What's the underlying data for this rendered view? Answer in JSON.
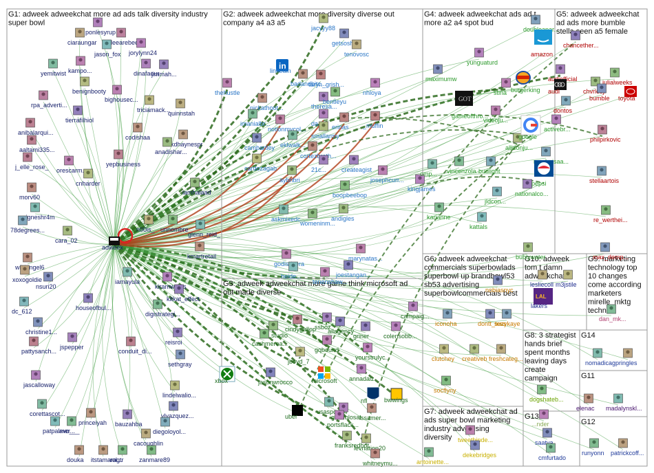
{
  "colors": {
    "edge_green": "#3c9a3c",
    "edge_dark_green": "#2e6b1e",
    "edge_red": "#b0401a",
    "box_border": "#9a9a9a",
    "g1": "#17216b",
    "g2": "#2a76c6",
    "g3": "#1d6b1d",
    "g4": "#2d9a2d",
    "g5": "#b00000",
    "g6": "#c77a00",
    "g7": "#c9b000",
    "g8": "#6ba300",
    "g9": "#b04070",
    "g10": "#1c2a8c",
    "g11": "#46126d",
    "g12": "#1f3a9a",
    "g13": "#1f3a9a",
    "g14": "#1f3a9a",
    "g16": "#88aa55"
  },
  "groups": [
    {
      "id": "G1",
      "title": [
        "G1: adweek adweekchat more ad ads talk diversity industry",
        "super bowl"
      ],
      "color": "g1",
      "nodes": [
        {
          "label": "ponlesyrup",
          "icon": "avatar"
        },
        {
          "label": "ciaraungar",
          "icon": "avatar"
        },
        {
          "label": "deearebee",
          "icon": "avatar"
        },
        {
          "label": "jason_fox",
          "icon": "avatar"
        },
        {
          "label": "jorylynn24",
          "icon": "avatar"
        },
        {
          "label": "yemitwist",
          "icon": "avatar"
        },
        {
          "label": "kampo...",
          "icon": "avatar"
        },
        {
          "label": "dinafaour",
          "icon": "avatar"
        },
        {
          "label": "jimmah...",
          "icon": "avatar"
        },
        {
          "label": "rpa_adverti...",
          "icon": "avatar"
        },
        {
          "label": "bighousec...",
          "icon": "avatar"
        },
        {
          "label": "benignbooty",
          "icon": "avatar"
        },
        {
          "label": "tierrafilhiol",
          "icon": "avatar"
        },
        {
          "label": "triciamack...",
          "icon": "avatar"
        },
        {
          "label": "quinnstah",
          "icon": "avatar"
        },
        {
          "label": "anibalarqui...",
          "icon": "avatar"
        },
        {
          "label": "aaltami335...",
          "icon": "avatar"
        },
        {
          "label": "codishaa",
          "icon": "avatar"
        },
        {
          "label": "kdhaynespr",
          "icon": "avatar"
        },
        {
          "label": "anadishar...",
          "icon": "avatar"
        },
        {
          "label": "j_elle_rose_",
          "icon": "avatar"
        },
        {
          "label": "orescarm...",
          "icon": "avatar"
        },
        {
          "label": "yepbusiness",
          "icon": "avatar"
        },
        {
          "label": "iamhalaad",
          "icon": "avatar"
        },
        {
          "label": "cnharder",
          "icon": "avatar"
        },
        {
          "label": "morv60",
          "icon": "avatar"
        },
        {
          "label": "vigneshr4m",
          "icon": "avatar"
        },
        {
          "label": "78degrees...",
          "icon": "avatar"
        },
        {
          "label": "n00is_",
          "icon": "avatar"
        },
        {
          "label": "unnombre",
          "icon": "avatar"
        },
        {
          "label": "glenn_reid_",
          "icon": "avatar"
        },
        {
          "label": "cara_02",
          "icon": "avatar"
        },
        {
          "label": "kmartretail",
          "icon": "avatar"
        },
        {
          "label": "adweek",
          "icon": "adweek-logo"
        },
        {
          "label": "wildangel6",
          "icon": "avatar"
        },
        {
          "label": "xoxogoldie",
          "icon": "avatar"
        },
        {
          "label": "nsuri20",
          "icon": "avatar"
        },
        {
          "label": "iamayula",
          "icon": "avatar"
        },
        {
          "label": "kiramwrites",
          "icon": "avatar"
        },
        {
          "label": "kitkat_effect",
          "icon": "avatar"
        },
        {
          "label": "dc_612",
          "icon": "avatar"
        },
        {
          "label": "houseofbul...",
          "icon": "avatar"
        },
        {
          "label": "digistrategi...",
          "icon": "avatar"
        },
        {
          "label": "christine1...",
          "icon": "avatar"
        },
        {
          "label": "pattysanch...",
          "icon": "avatar"
        },
        {
          "label": "jspepper",
          "icon": "avatar"
        },
        {
          "label": "conduit_di...",
          "icon": "avatar"
        },
        {
          "label": "reisroi",
          "icon": "avatar"
        },
        {
          "label": "sethgray",
          "icon": "avatar"
        },
        {
          "label": "jascalloway",
          "icon": "avatar"
        },
        {
          "label": "lindelwalio...",
          "icon": "avatar"
        },
        {
          "label": "princeiyah",
          "icon": "avatar"
        },
        {
          "label": "bauzahba",
          "icon": "avatar"
        },
        {
          "label": "vlvazquez...",
          "icon": "avatar"
        },
        {
          "label": "corettascot...",
          "icon": "avatar"
        },
        {
          "label": "diegoloyol...",
          "icon": "avatar"
        },
        {
          "label": "avo___",
          "icon": "avatar"
        },
        {
          "label": "patpalmer...",
          "icon": "avatar"
        },
        {
          "label": "cacoughlin",
          "icon": "avatar"
        },
        {
          "label": "douka",
          "icon": "avatar"
        },
        {
          "label": "itstamaragtr",
          "icon": "avatar"
        },
        {
          "label": "rol...",
          "icon": "avatar"
        },
        {
          "label": "zanmare89",
          "icon": "avatar"
        }
      ]
    },
    {
      "id": "G2",
      "title": [
        "G2: adweek adweekchat more diversity diverse out",
        "company a4 a3 a5"
      ],
      "color": "g2",
      "nodes": [
        {
          "label": "jacyyy88",
          "icon": "avatar"
        },
        {
          "label": "getsosh",
          "icon": "avatar"
        },
        {
          "label": "tenovosc",
          "icon": "avatar"
        },
        {
          "label": "linkedin",
          "icon": "linkedin-logo"
        },
        {
          "label": "badandbitc...",
          "icon": "avatar"
        },
        {
          "label": "taryn_grish...",
          "icon": "avatar"
        },
        {
          "label": "nhloya",
          "icon": "avatar"
        },
        {
          "label": "thehustle",
          "icon": "avatar"
        },
        {
          "label": "nickathoot...",
          "icon": "avatar"
        },
        {
          "label": "theresa...",
          "icon": "avatar"
        },
        {
          "label": "bentleyu",
          "icon": "avatar"
        },
        {
          "label": "imanialbr...",
          "icon": "avatar"
        },
        {
          "label": "notionmycol...",
          "icon": "avatar"
        },
        {
          "label": "da...",
          "icon": "avatar"
        },
        {
          "label": "erinas",
          "icon": "avatar"
        },
        {
          "label": "_muffin",
          "icon": "avatar"
        },
        {
          "label": "smallarmy",
          "icon": "avatar"
        },
        {
          "label": "cambartley",
          "icon": "avatar"
        },
        {
          "label": "eklwalk...",
          "icon": "avatar"
        },
        {
          "label": "cortezbroth...",
          "icon": "avatar"
        },
        {
          "label": "cardozagab",
          "icon": "avatar"
        },
        {
          "label": "21c...",
          "icon": "avatar"
        },
        {
          "label": "createagist",
          "icon": "avatar"
        },
        {
          "label": "aybnbri",
          "icon": "avatar"
        },
        {
          "label": "josephcurr...",
          "icon": "avatar"
        },
        {
          "label": "kingjames",
          "icon": "avatar"
        },
        {
          "label": "boopbeebop",
          "icon": "avatar"
        },
        {
          "label": "askmixedc...",
          "icon": "avatar"
        },
        {
          "label": "womeninm...",
          "icon": "avatar"
        },
        {
          "label": "andigles",
          "icon": "avatar"
        },
        {
          "label": "marynatas...",
          "icon": "avatar"
        },
        {
          "label": "godisrivera",
          "icon": "avatar"
        },
        {
          "label": "joestangan...",
          "icon": "avatar"
        },
        {
          "label": "heide...",
          "icon": "avatar"
        },
        {
          "label": "tenenshaw...",
          "icon": "avatar"
        }
      ]
    },
    {
      "id": "G3",
      "title": [
        "G3: adweek adweekchat more game think microsoft ad",
        "out made diverse"
      ],
      "color": "g3",
      "nodes": [
        {
          "label": "colensobb...",
          "icon": "avatar"
        },
        {
          "label": "campaig...",
          "icon": "avatar"
        },
        {
          "label": "ssboz",
          "icon": "avatar"
        },
        {
          "label": "cindygallop",
          "icon": "avatar"
        },
        {
          "label": "allagency",
          "icon": "avatar"
        },
        {
          "label": "fr... studio",
          "icon": "avatar"
        },
        {
          "label": "griner",
          "icon": "avatar"
        },
        {
          "label": "cashmerea...",
          "icon": "avatar"
        },
        {
          "label": "gqbound",
          "icon": "avatar"
        },
        {
          "label": "jboyd_7",
          "icon": "avatar"
        },
        {
          "label": "yourstrulyc...",
          "icon": "avatar"
        },
        {
          "label": "xbox",
          "icon": "xbox-logo"
        },
        {
          "label": "jasonwrocco",
          "icon": "avatar"
        },
        {
          "label": "microsoft",
          "icon": "microsoft-logo"
        },
        {
          "label": "annadalz",
          "icon": "avatar"
        },
        {
          "label": "usasport24",
          "icon": "avatar"
        },
        {
          "label": "geoffblosat",
          "icon": "avatar"
        },
        {
          "label": "nfl",
          "icon": "nfl-logo"
        },
        {
          "label": "bwwings",
          "icon": "bwwings-logo"
        },
        {
          "label": "uber",
          "icon": "uber-logo"
        },
        {
          "label": "portsflack...",
          "icon": "avatar"
        },
        {
          "label": "issamer...",
          "icon": "avatar"
        },
        {
          "label": "franksredhot",
          "icon": "avatar"
        },
        {
          "label": "levnation20",
          "icon": "avatar"
        },
        {
          "label": "whitneymu...",
          "icon": "avatar"
        }
      ]
    },
    {
      "id": "G4",
      "title": [
        "G4: adweek adweekchat ads ad t",
        "more a2 a4 spot bud"
      ],
      "color": "g4",
      "nodes": [
        {
          "label": "doubleapar...",
          "icon": "avatar"
        },
        {
          "label": "yunguaturd",
          "icon": "avatar"
        },
        {
          "label": "maximumw",
          "icon": "avatar"
        },
        {
          "label": "stina",
          "icon": "avatar"
        },
        {
          "label": "burgerking",
          "icon": "burgerking-logo"
        },
        {
          "label": "gameofthro...",
          "icon": "got-logo"
        },
        {
          "label": "videoju...",
          "icon": "avatar"
        },
        {
          "label": "activebr...",
          "icon": "avatar"
        },
        {
          "label": "allisonju...",
          "icon": "avatar"
        },
        {
          "label": "google",
          "icon": "google-logo"
        },
        {
          "label": "mosheisaa...",
          "icon": "avatar"
        },
        {
          "label": "omp...",
          "icon": "avatar"
        },
        {
          "label": "vincenzola...",
          "icon": "avatar"
        },
        {
          "label": "budlight",
          "icon": "avatar"
        },
        {
          "label": "pepsi",
          "icon": "pepsi-logo"
        },
        {
          "label": "nationalco...",
          "icon": "avatar"
        },
        {
          "label": "jldcon...",
          "icon": "avatar"
        },
        {
          "label": "karianne",
          "icon": "avatar"
        },
        {
          "label": "kattals",
          "icon": "avatar"
        },
        {
          "label": "bublywater",
          "icon": "avatar"
        }
      ]
    },
    {
      "id": "G5",
      "title": [
        "G5: adweek adweekchat",
        "ad ads more bumble",
        "stella seen a5 female"
      ],
      "color": "g5",
      "nodes": [
        {
          "label": "chancether...",
          "icon": "avatar"
        },
        {
          "label": "amazon",
          "icon": "amazon-logo"
        },
        {
          "label": "audiofficial",
          "icon": "avatar"
        },
        {
          "label": "julialweeks",
          "icon": "avatar"
        },
        {
          "label": "chvrlesjr",
          "icon": "avatar"
        },
        {
          "label": "audi",
          "icon": "audi-logo"
        },
        {
          "label": "bumble",
          "icon": "avatar"
        },
        {
          "label": "toyota",
          "icon": "toyota-logo"
        },
        {
          "label": "dontos",
          "icon": "avatar"
        },
        {
          "label": "philpirkovic",
          "icon": "avatar"
        },
        {
          "label": "stellaartois",
          "icon": "avatar"
        },
        {
          "label": "re_werthei...",
          "icon": "avatar"
        },
        {
          "label": "max_demp...",
          "icon": "avatar"
        }
      ]
    },
    {
      "id": "G6",
      "title": [
        "G6: adweek adweekchat",
        "commercials superbowlads",
        "superbowl up brandbowl53",
        "sb53 advertising",
        "superbowlcommercials best"
      ],
      "color": "g6",
      "nodes": [
        {
          "label": "iconoha",
          "icon": "avatar"
        },
        {
          "label": "dontt_tess",
          "icon": "avatar"
        },
        {
          "label": "suzykaye",
          "icon": "avatar"
        },
        {
          "label": "clutchey",
          "icon": "avatar"
        },
        {
          "label": "creativeb",
          "icon": "avatar"
        },
        {
          "label": "freshcateg...",
          "icon": "avatar"
        },
        {
          "label": "socflyny",
          "icon": "avatar"
        },
        {
          "label": "nobiasnyc",
          "icon": "avatar"
        }
      ]
    },
    {
      "id": "G7",
      "title": [
        "G7: adweek adweekchat ad",
        "ads super bowl marketing",
        "industry advertising",
        "diversity"
      ],
      "color": "g7",
      "nodes": [
        {
          "label": "tweetbinde...",
          "icon": "avatar"
        },
        {
          "label": "dekebridges",
          "icon": "avatar"
        },
        {
          "label": "antoinette...",
          "icon": "avatar"
        }
      ]
    },
    {
      "id": "G8",
      "title": [
        "G8: 3 strategist",
        "hands brief",
        "spent months",
        "leaving days",
        "create",
        "campaign"
      ],
      "color": "g8",
      "nodes": [
        {
          "label": "dogshateb...",
          "icon": "avatar"
        }
      ]
    },
    {
      "id": "G9",
      "title": [
        "G9: marketing",
        "technology top",
        "10 changes",
        "come according",
        "marketers",
        "mirelle_mktg",
        "techn..."
      ],
      "color": "g9",
      "nodes": [
        {
          "label": "dan_mk...",
          "icon": "avatar"
        }
      ]
    },
    {
      "id": "G10",
      "title": [
        "G10: adweek",
        "tom t damn",
        "adweekchat"
      ],
      "color": "g10",
      "nodes": [
        {
          "label": "lesliecoll",
          "icon": "avatar"
        },
        {
          "label": "m3jstile",
          "icon": "avatar"
        },
        {
          "label": "lakers",
          "icon": "lakers-logo"
        }
      ]
    },
    {
      "id": "G11",
      "title": [
        "G11"
      ],
      "color": "g11",
      "nodes": [
        {
          "label": "elenac",
          "icon": "avatar"
        },
        {
          "label": "madalynskl...",
          "icon": "avatar"
        }
      ]
    },
    {
      "id": "G12",
      "title": [
        "G12"
      ],
      "color": "g12",
      "nodes": [
        {
          "label": "runyonn",
          "icon": "avatar"
        },
        {
          "label": "patrickcoff...",
          "icon": "avatar"
        }
      ]
    },
    {
      "id": "G13",
      "title": [
        "G13"
      ],
      "color": "g13",
      "nodes": [
        {
          "label": "saatva",
          "icon": "avatar"
        },
        {
          "label": "cmfurtado",
          "icon": "avatar"
        }
      ]
    },
    {
      "id": "G14",
      "title": [
        "G14"
      ],
      "color": "g14",
      "nodes": [
        {
          "label": "nomadicag",
          "icon": "avatar"
        },
        {
          "label": "pringles",
          "icon": "avatar"
        }
      ]
    },
    {
      "id": "G16",
      "title": [],
      "color": "g16",
      "nodes": [
        {
          "label": "...nder",
          "icon": "avatar"
        }
      ]
    }
  ]
}
